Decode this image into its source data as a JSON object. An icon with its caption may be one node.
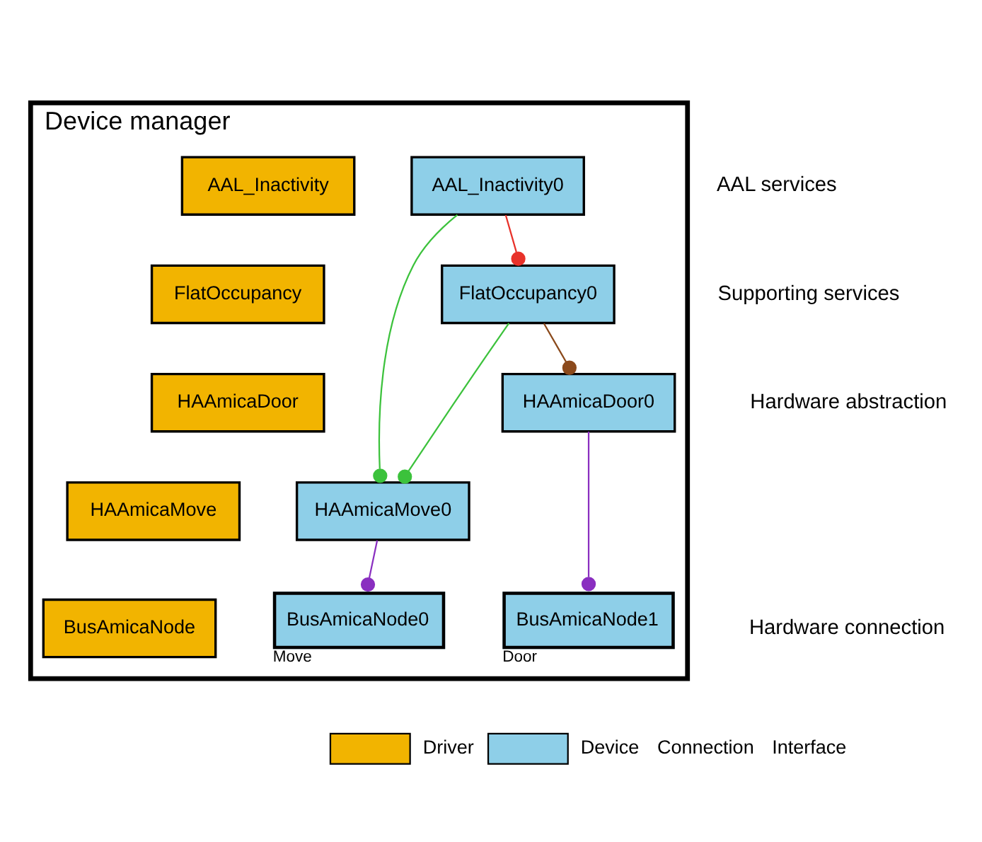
{
  "diagram": {
    "nodes": [
      {
        "text": [
          "Device manager"
        ]
      },
      {
        "text": [
          "AAL_Inactivity"
        ],
        "in": 0
      },
      {
        "text": [
          "AAL_Inactivity0"
        ],
        "in": 0
      },
      {
        "text": [
          "FlatOccupancy"
        ],
        "in": 0
      },
      {
        "text": [
          "FlatOccupancy0"
        ],
        "in": 0
      },
      {
        "text": [
          "HAAmicaDoor"
        ],
        "in": 0
      },
      {
        "text": [
          "HAAmicaDoor0"
        ],
        "in": 0
      },
      {
        "text": [
          "HAAmicaMove"
        ],
        "in": 0
      },
      {
        "text": [
          "HAAmicaMove0"
        ],
        "in": 0
      },
      {
        "text": [
          "BusAmicaNode"
        ],
        "in": 0
      },
      {
        "text": [
          "BusAmicaNode0"
        ],
        "in": 0,
        "beside": [
          "Move"
        ]
      },
      {
        "text": [
          "BusAmicaNode1"
        ],
        "in": 0,
        "beside": [
          "Door"
        ]
      }
    ],
    "edges": [
      {
        "from": 2,
        "to": 4,
        "arrow": "other",
        "color": "#e8322a"
      },
      {
        "from": 2,
        "to": 8,
        "arrow": "other",
        "color": "#3cc23c"
      },
      {
        "from": 4,
        "to": 8,
        "arrow": "other",
        "color": "#3cc23c"
      },
      {
        "from": 4,
        "to": 6,
        "arrow": "other",
        "color": "#8b4a1c"
      },
      {
        "from": 8,
        "to": 10,
        "arrow": "other",
        "color": "#8a2fc0"
      },
      {
        "from": 6,
        "to": 11,
        "arrow": "other",
        "color": "#8a2fc0"
      }
    ],
    "labels": [
      "AAL services",
      "Supporting services",
      "Hardware abstraction",
      "Hardware connection"
    ],
    "legend": [
      {
        "text": "Driver",
        "color": "#f2b400"
      },
      {
        "text": "Device",
        "color": "#8ecfe8"
      },
      {
        "text": "Connection"
      },
      {
        "text": "Interface"
      }
    ]
  }
}
